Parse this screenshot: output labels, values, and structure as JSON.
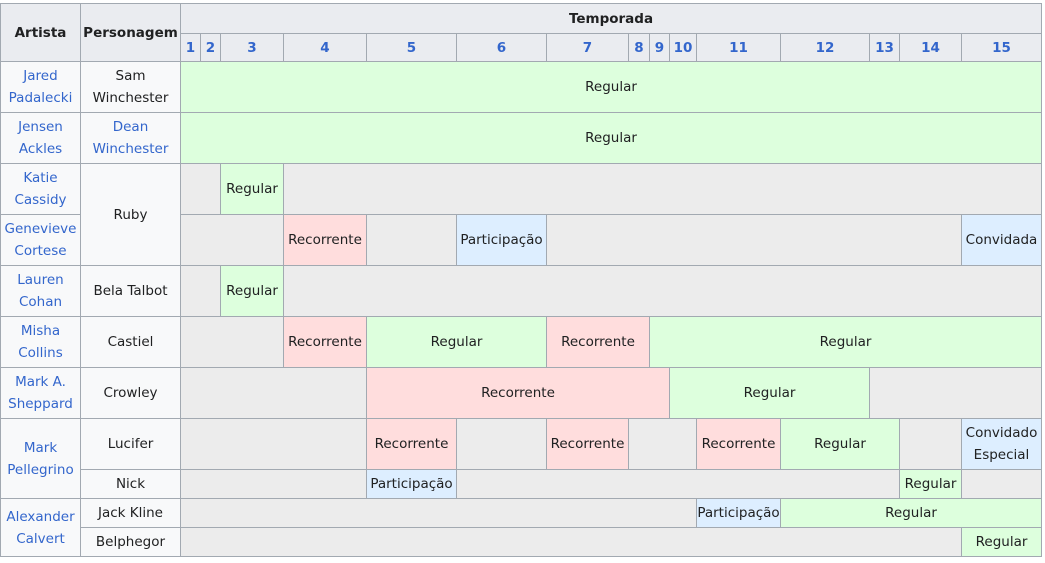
{
  "headers": {
    "artist": "Artista",
    "character": "Personagem",
    "season": "Temporada",
    "seasons": [
      "1",
      "2",
      "3",
      "4",
      "5",
      "6",
      "7",
      "8",
      "9",
      "10",
      "11",
      "12",
      "13",
      "14",
      "15"
    ]
  },
  "rows": [
    {
      "artist": "Jared Padalecki",
      "character": "Sam Winchester",
      "spans": [
        "Regular"
      ]
    },
    {
      "artist": "Jensen Ackles",
      "character": "Dean Winchester",
      "spans": [
        "Regular"
      ]
    },
    {
      "artist": "Katie Cassidy",
      "character": "Ruby",
      "spans": [
        "Regular"
      ]
    },
    {
      "artist": "Genevieve Cortese",
      "spans": [
        "Recorrente",
        "Participação",
        "Convidada"
      ]
    },
    {
      "artist": "Lauren Cohan",
      "character": "Bela Talbot",
      "spans": [
        "Regular"
      ]
    },
    {
      "artist": "Misha Collins",
      "character": "Castiel",
      "spans": [
        "Recorrente",
        "Regular",
        "Recorrente",
        "Regular"
      ]
    },
    {
      "artist": "Mark A. Sheppard",
      "character": "Crowley",
      "spans": [
        "Recorrente",
        "Regular"
      ]
    },
    {
      "artist": "Mark Pellegrino",
      "character": "Lucifer",
      "spans": [
        "Recorrente",
        "Recorrente",
        "Recorrente",
        "Regular",
        "Convidado Especial"
      ]
    },
    {
      "character": "Nick",
      "spans": [
        "Participação",
        "Regular"
      ]
    },
    {
      "artist": "Alexander Calvert",
      "character": "Jack Kline",
      "spans": [
        "Participação",
        "Regular"
      ]
    },
    {
      "character": "Belphegor",
      "spans": [
        "Regular"
      ]
    }
  ]
}
